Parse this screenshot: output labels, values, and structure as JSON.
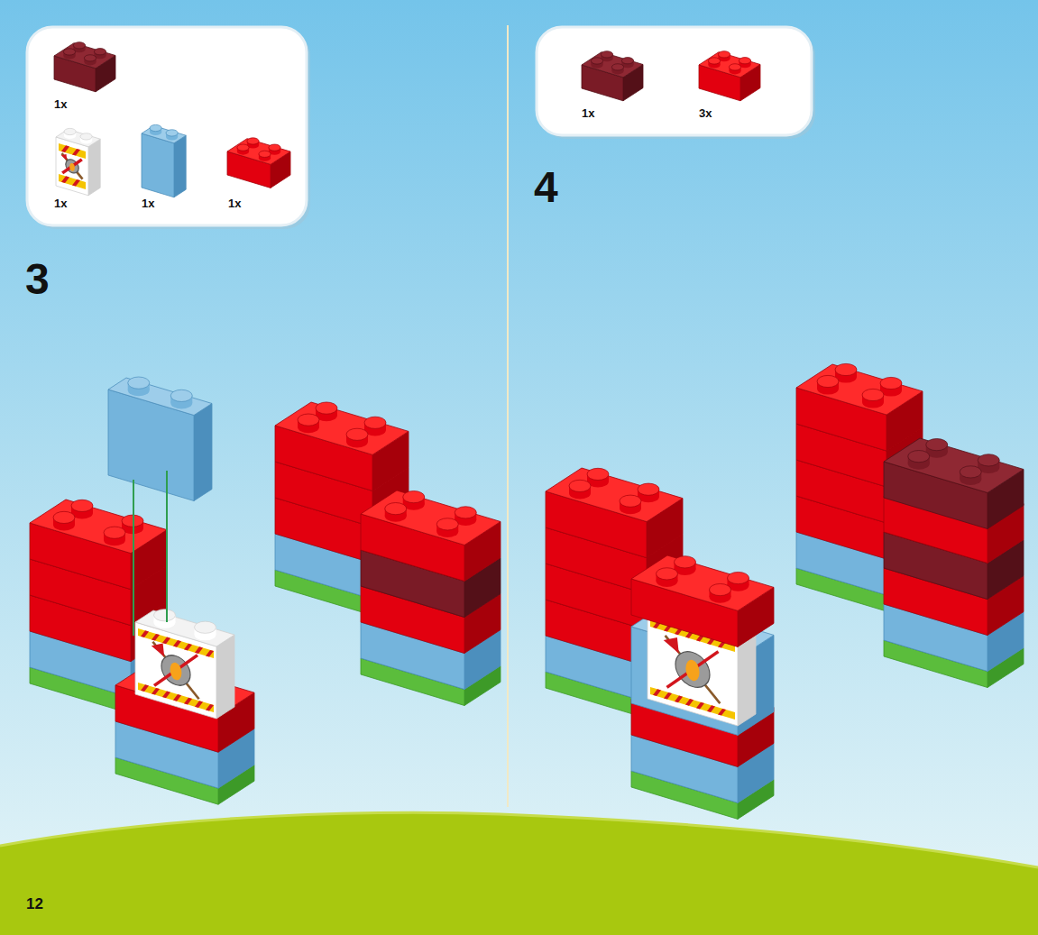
{
  "diagram": {
    "nodes": [
      {
        "text": [
          "1x",
          "1x",
          "1x",
          "1x"
        ]
      },
      {
        "text": [
          "1x",
          "3x"
        ]
      }
    ],
    "labels": [
      "3",
      "4",
      "12"
    ]
  }
}
